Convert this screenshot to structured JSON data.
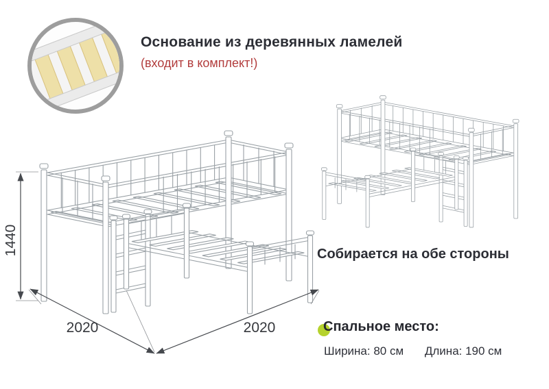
{
  "header": {
    "title": "Основание из деревянных ламелей",
    "note": "(входит в комплект!)"
  },
  "diagram": {
    "height_mm": "1440",
    "length_left_mm": "2020",
    "length_right_mm": "2020"
  },
  "captions": {
    "both_sides": "Собирается на обе стороны"
  },
  "sleeping_place": {
    "title": "Спальное место:",
    "width": "Ширина: 80 см",
    "length": "Длина: 190 см"
  },
  "colors": {
    "note_red": "#b23c3c",
    "text_dark": "#2c2e35",
    "drawing_line_gray": "#99a0a5",
    "dimension_dark": "#46494e",
    "bullet_green": "#b5d22d",
    "slat_wood": "#eee0a8",
    "inset_ring_gray": "#9d9d9d"
  }
}
